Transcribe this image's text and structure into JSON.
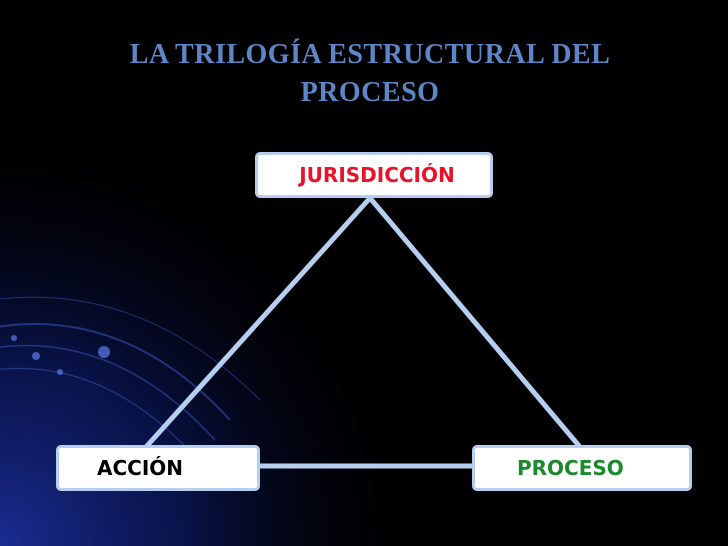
{
  "slide": {
    "title_lines": [
      "LA TRILOGÍA ESTRUCTURAL DEL",
      "PROCESO"
    ],
    "title_color": "#5c86c8",
    "background_color": "#000000",
    "line_color": "#b6cef0"
  },
  "nodes": {
    "top": {
      "label": "JURISDICCIÓN",
      "color": "#e8122a"
    },
    "left": {
      "label": "ACCIÓN",
      "color": "#000000"
    },
    "right": {
      "label": "PROCESO",
      "color": "#1b8a2b"
    }
  }
}
